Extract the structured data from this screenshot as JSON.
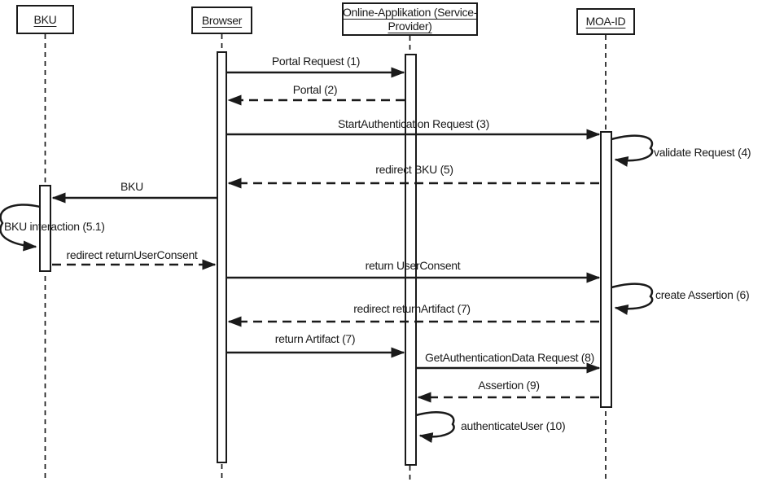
{
  "diagram": {
    "type": "uml-sequence-diagram",
    "background_color": "#ffffff",
    "line_color": "#1a1a1a",
    "actors": [
      {
        "id": "bku",
        "label": "BKU",
        "lines": [
          "BKU"
        ]
      },
      {
        "id": "browser",
        "label": "Browser",
        "lines": [
          "Browser"
        ]
      },
      {
        "id": "online-app",
        "label": "Online-Applikation (Service-Provider)",
        "lines": [
          "Online-Applikation (Service-",
          "Provider)"
        ]
      },
      {
        "id": "moa-id",
        "label": "MOA-ID",
        "lines": [
          "MOA-ID"
        ]
      }
    ],
    "messages": [
      {
        "label": "Portal Request (1)",
        "from": "Browser",
        "to": "Online-Applikation (Service-Provider)",
        "line": "solid",
        "self": false
      },
      {
        "label": "Portal (2)",
        "from": "Online-Applikation (Service-Provider)",
        "to": "Browser",
        "line": "dashed",
        "self": false
      },
      {
        "label": "StartAuthentication Request (3)",
        "from": "Browser",
        "to": "MOA-ID",
        "line": "solid",
        "self": false
      },
      {
        "label": "validate Request (4)",
        "from": "MOA-ID",
        "to": "MOA-ID",
        "line": "solid",
        "self": true
      },
      {
        "label": "redirect BKU (5)",
        "from": "MOA-ID",
        "to": "Browser",
        "line": "dashed",
        "self": false
      },
      {
        "label": "BKU",
        "from": "Browser",
        "to": "BKU",
        "line": "solid",
        "self": false
      },
      {
        "label": "BKU interaction (5.1)",
        "from": "BKU",
        "to": "BKU",
        "line": "solid",
        "self": true
      },
      {
        "label": "redirect returnUserConsent",
        "from": "BKU",
        "to": "Browser",
        "line": "dashed",
        "self": false
      },
      {
        "label": "return UserConsent",
        "from": "Browser",
        "to": "MOA-ID",
        "line": "solid",
        "self": false
      },
      {
        "label": "create Assertion (6)",
        "from": "MOA-ID",
        "to": "MOA-ID",
        "line": "solid",
        "self": true
      },
      {
        "label": "redirect returnArtifact (7)",
        "from": "MOA-ID",
        "to": "Browser",
        "line": "dashed",
        "self": false
      },
      {
        "label": "return Artifact (7)",
        "from": "Browser",
        "to": "Online-Applikation (Service-Provider)",
        "line": "solid",
        "self": false
      },
      {
        "label": "GetAuthenticationData Request (8)",
        "from": "Online-Applikation (Service-Provider)",
        "to": "MOA-ID",
        "line": "solid",
        "self": false
      },
      {
        "label": "Assertion (9)",
        "from": "MOA-ID",
        "to": "Online-Applikation (Service-Provider)",
        "line": "dashed",
        "self": false
      },
      {
        "label": "authenticateUser (10)",
        "from": "Online-Applikation (Service-Provider)",
        "to": "Online-Applikation (Service-Provider)",
        "line": "solid",
        "self": true
      }
    ]
  }
}
